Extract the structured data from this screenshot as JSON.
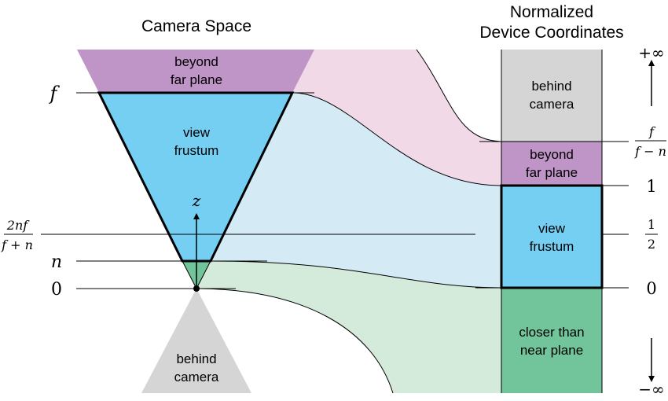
{
  "titles": {
    "camera_space": "Camera Space",
    "ndc_line1": "Normalized",
    "ndc_line2": "Device Coordinates"
  },
  "camera_regions": {
    "beyond_far_line1": "beyond",
    "beyond_far_line2": "far plane",
    "frustum_line1": "view",
    "frustum_line2": "frustum",
    "behind_line1": "behind",
    "behind_line2": "camera",
    "axis_label": "z"
  },
  "camera_ticks": {
    "far": "f",
    "mid_numerator": "2nf",
    "mid_denominator": "f + n",
    "near": "n",
    "zero": "0"
  },
  "ndc_regions": {
    "behind_line1": "behind",
    "behind_line2": "camera",
    "beyond_far_line1": "beyond",
    "beyond_far_line2": "far plane",
    "frustum_line1": "view",
    "frustum_line2": "frustum",
    "closer_line1": "closer than",
    "closer_line2": "near plane"
  },
  "ndc_ticks": {
    "plus_infinity": "+∞",
    "minus_infinity": "−∞",
    "far_numerator": "f",
    "far_denominator": "f − n",
    "one": "1",
    "half_numerator": "1",
    "half_denominator": "2",
    "zero": "0"
  },
  "colors": {
    "purple": "#bf94c6",
    "blue": "#74cff3",
    "green": "#72c49b",
    "gray": "#d5d5d5",
    "band_pink": "#f1d9e8",
    "band_blue": "#d4ebf6",
    "band_green": "#d4ebdb",
    "band_gray": "#f2f2f2"
  }
}
